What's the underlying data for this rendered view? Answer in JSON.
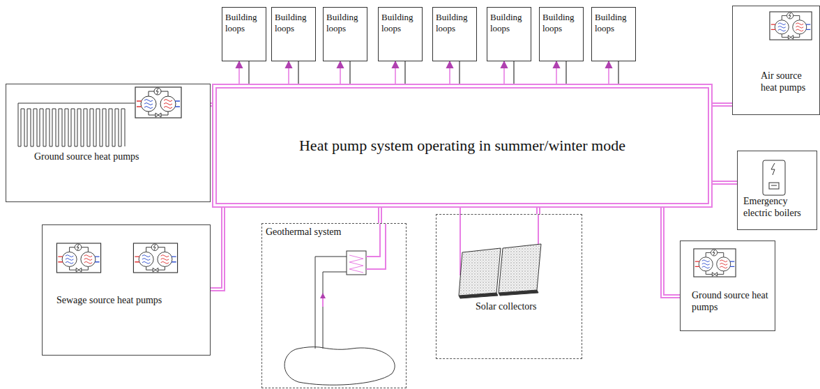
{
  "diagram": {
    "nodes": [
      {
        "text": [
          "Building loops"
        ]
      },
      {
        "text": [
          "Building loops"
        ]
      },
      {
        "text": [
          "Building loops"
        ]
      },
      {
        "text": [
          "Building loops"
        ]
      },
      {
        "text": [
          "Building loops"
        ]
      },
      {
        "text": [
          "Building loops"
        ]
      },
      {
        "text": [
          "Building loops"
        ]
      },
      {
        "text": [
          "Building loops"
        ]
      },
      {
        "text": [
          "Air source heat pumps"
        ]
      },
      {
        "text": [
          "Ground source heat pumps"
        ]
      },
      {
        "text": [
          "Heat pump system operating in summer/winter mode"
        ]
      },
      {
        "text": [
          "Emergency electric boilers"
        ]
      },
      {
        "text": [
          "Sewage source heat pumps"
        ]
      },
      {
        "text": [
          "Geothermal system"
        ]
      },
      {
        "text": [
          "Solar collectors"
        ]
      },
      {
        "text": [
          "Ground source heat pumps"
        ]
      }
    ],
    "edges": [
      {
        "from": 10,
        "to": 0,
        "arrow": "to"
      },
      {
        "from": 10,
        "to": 1,
        "arrow": "to"
      },
      {
        "from": 10,
        "to": 2,
        "arrow": "to"
      },
      {
        "from": 10,
        "to": 3,
        "arrow": "to"
      },
      {
        "from": 10,
        "to": 4,
        "arrow": "to"
      },
      {
        "from": 10,
        "to": 5,
        "arrow": "to"
      },
      {
        "from": 10,
        "to": 6,
        "arrow": "to"
      },
      {
        "from": 10,
        "to": 7,
        "arrow": "to"
      },
      {
        "from": 9,
        "to": 10,
        "arrow": "none"
      },
      {
        "from": 8,
        "to": 10,
        "arrow": "none"
      },
      {
        "from": 11,
        "to": 10,
        "arrow": "none"
      },
      {
        "from": 12,
        "to": 10,
        "arrow": "none"
      },
      {
        "from": 13,
        "to": 10,
        "arrow": "none"
      },
      {
        "from": 14,
        "to": 10,
        "arrow": "none"
      },
      {
        "from": 15,
        "to": 10,
        "arrow": "none"
      }
    ]
  }
}
